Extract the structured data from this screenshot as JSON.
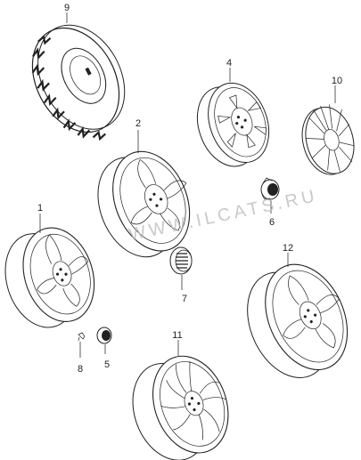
{
  "watermark": "WWW.ILCATS.RU",
  "parts": [
    {
      "key": "tire",
      "number": "9"
    },
    {
      "key": "wheel-4",
      "number": "4"
    },
    {
      "key": "hubcap-10",
      "number": "10"
    },
    {
      "key": "wheel-2",
      "number": "2"
    },
    {
      "key": "center-cap-6",
      "number": "6"
    },
    {
      "key": "wheel-1",
      "number": "1"
    },
    {
      "key": "center-cap-7",
      "number": "7"
    },
    {
      "key": "wheel-12",
      "number": "12"
    },
    {
      "key": "valve-8",
      "number": "8"
    },
    {
      "key": "center-cap-5",
      "number": "5"
    },
    {
      "key": "wheel-11",
      "number": "11"
    }
  ]
}
